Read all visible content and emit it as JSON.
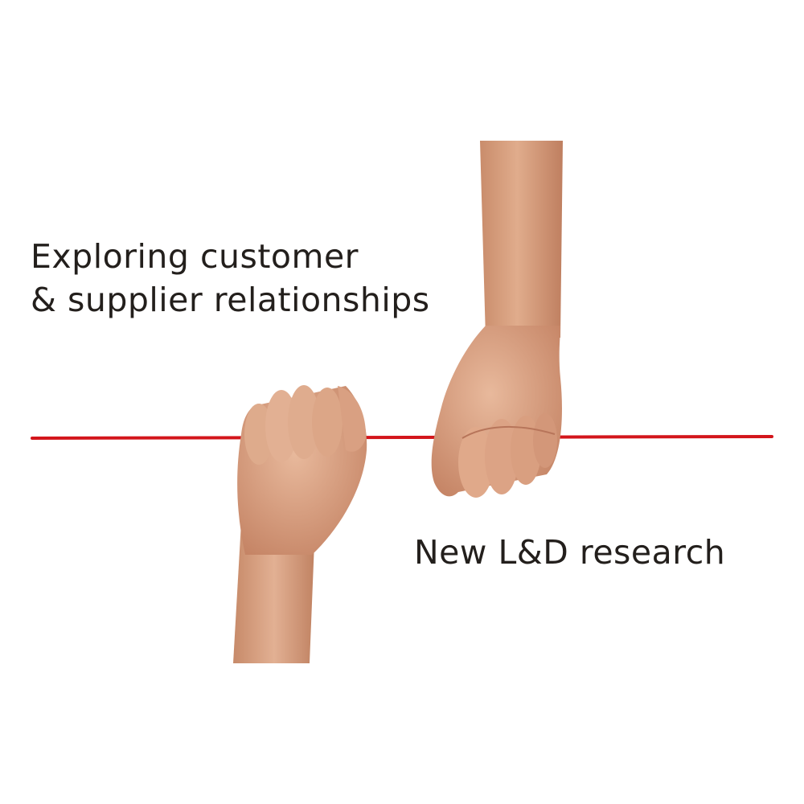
{
  "headline": {
    "line1": "Exploring customer",
    "line2": "& supplier relationships"
  },
  "subline": "New L&D research",
  "colors": {
    "background": "#ffffff",
    "text": "#231f1c",
    "rope": "#d3151b",
    "skin": "#d9a383"
  },
  "illustration": {
    "subject": "two-hands-holding-red-line"
  }
}
